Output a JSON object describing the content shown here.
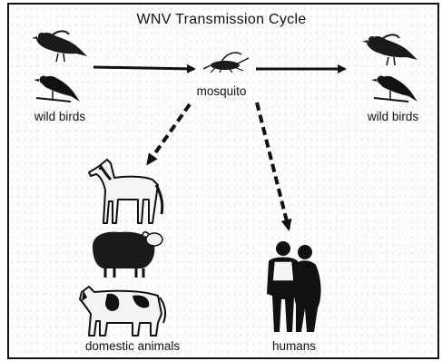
{
  "diagram": {
    "title": "WNV Transmission Cycle",
    "labels": {
      "wild_birds_left": "wild birds",
      "mosquito": "mosquito",
      "wild_birds_right": "wild birds",
      "domestic_animals": "domestic animals",
      "humans": "humans"
    },
    "icons": {
      "bird_left_top": "pigeon-icon",
      "bird_left_bottom": "perched-bird-icon",
      "mosquito": "mosquito-icon",
      "bird_right_top": "pigeon-icon",
      "bird_right_bottom": "perched-bird-icon",
      "horse": "horse-icon",
      "sheep": "sheep-icon",
      "cow": "cow-icon",
      "humans": "people-icon"
    },
    "colors": {
      "ink": "#111111",
      "background": "#fdfdfd"
    }
  }
}
